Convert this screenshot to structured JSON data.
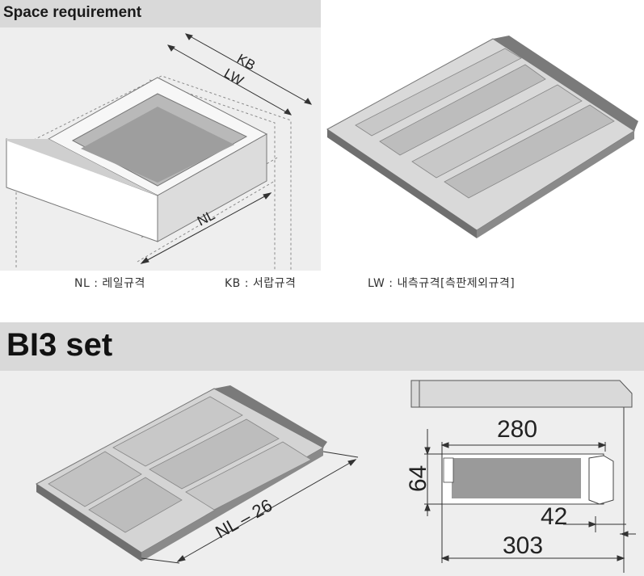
{
  "top_section": {
    "title": "Space requirement",
    "dims": {
      "kb": "KB",
      "lw": "LW",
      "nl": "NL"
    },
    "legend": {
      "nl": "NL : 레일규격",
      "kb": "KB : 서랍규격",
      "lw": "LW : 내측규격[측판제외규격]"
    }
  },
  "bi3_section": {
    "title": "BI3 set",
    "product_dim": "NL – 26",
    "side_dims": {
      "width": "280",
      "height": "64",
      "offset": "42",
      "depth": "303"
    }
  },
  "colors": {
    "header_bg": "#d9d9d9",
    "panel_bg": "#eeeeee",
    "metal": "#c8c8c8",
    "dark_metal": "#6f6f6f"
  }
}
